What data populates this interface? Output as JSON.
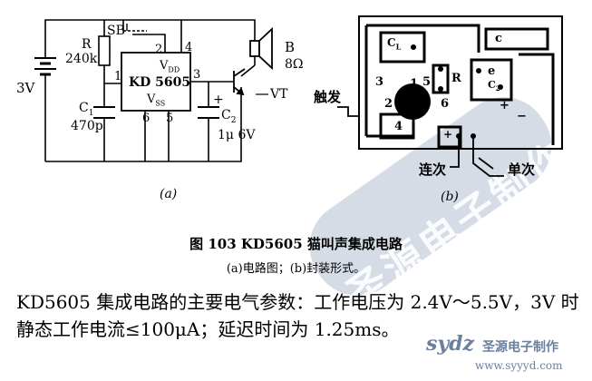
{
  "circuit_a": {
    "labels": {
      "sb": "SB",
      "r": "R",
      "r_value": "240k",
      "battery_voltage": "3V",
      "c1": "C",
      "c1_sub": "1",
      "c1_value": "470p",
      "ic_name": "KD 5605",
      "vdd": "V",
      "vdd_sub": "DD",
      "vss": "V",
      "vss_sub": "SS",
      "pin1": "1",
      "pin2": "2",
      "pin3": "3",
      "pin4": "4",
      "pin5": "5",
      "pin6": "6",
      "speaker": "B",
      "speaker_value": "8Ω",
      "transistor": "VT",
      "c2": "C",
      "c2_sub": "2",
      "c2_value": "1μ 6V",
      "plus": "+",
      "subfig": "(a)"
    }
  },
  "circuit_b": {
    "labels": {
      "cl": "C",
      "cl_sub": "L",
      "r": "R",
      "c": "c",
      "e": "e",
      "c2": "C",
      "c2_sub": "2",
      "pin1": "1",
      "pin2": "2",
      "pin3": "3",
      "pin4": "4",
      "pin5": "5",
      "pin6": "6",
      "trigger": "触发",
      "continuous": "连次",
      "single": "单次",
      "plus": "+",
      "minus": "−",
      "subfig": "(b)"
    }
  },
  "caption": {
    "title": "图 103    KD5605 猫叫声集成电路",
    "subtitle": "(a)电路图；(b)封装形式。"
  },
  "body_text": "KD5605 集成电路的主要电气参数：工作电压为 2.4V～5.5V，3V 时静态工作电流≤100μA；延迟时间为 1.25ms。",
  "watermark": {
    "stamp": "圣源电子制作",
    "logo": "sydz",
    "brand": "圣源电子制作",
    "url": "www.syyyd.com"
  },
  "colors": {
    "ink": "#000000",
    "watermark": "#c8d0dc",
    "watermark_text": "#6b7fa0",
    "background": "#ffffff"
  }
}
